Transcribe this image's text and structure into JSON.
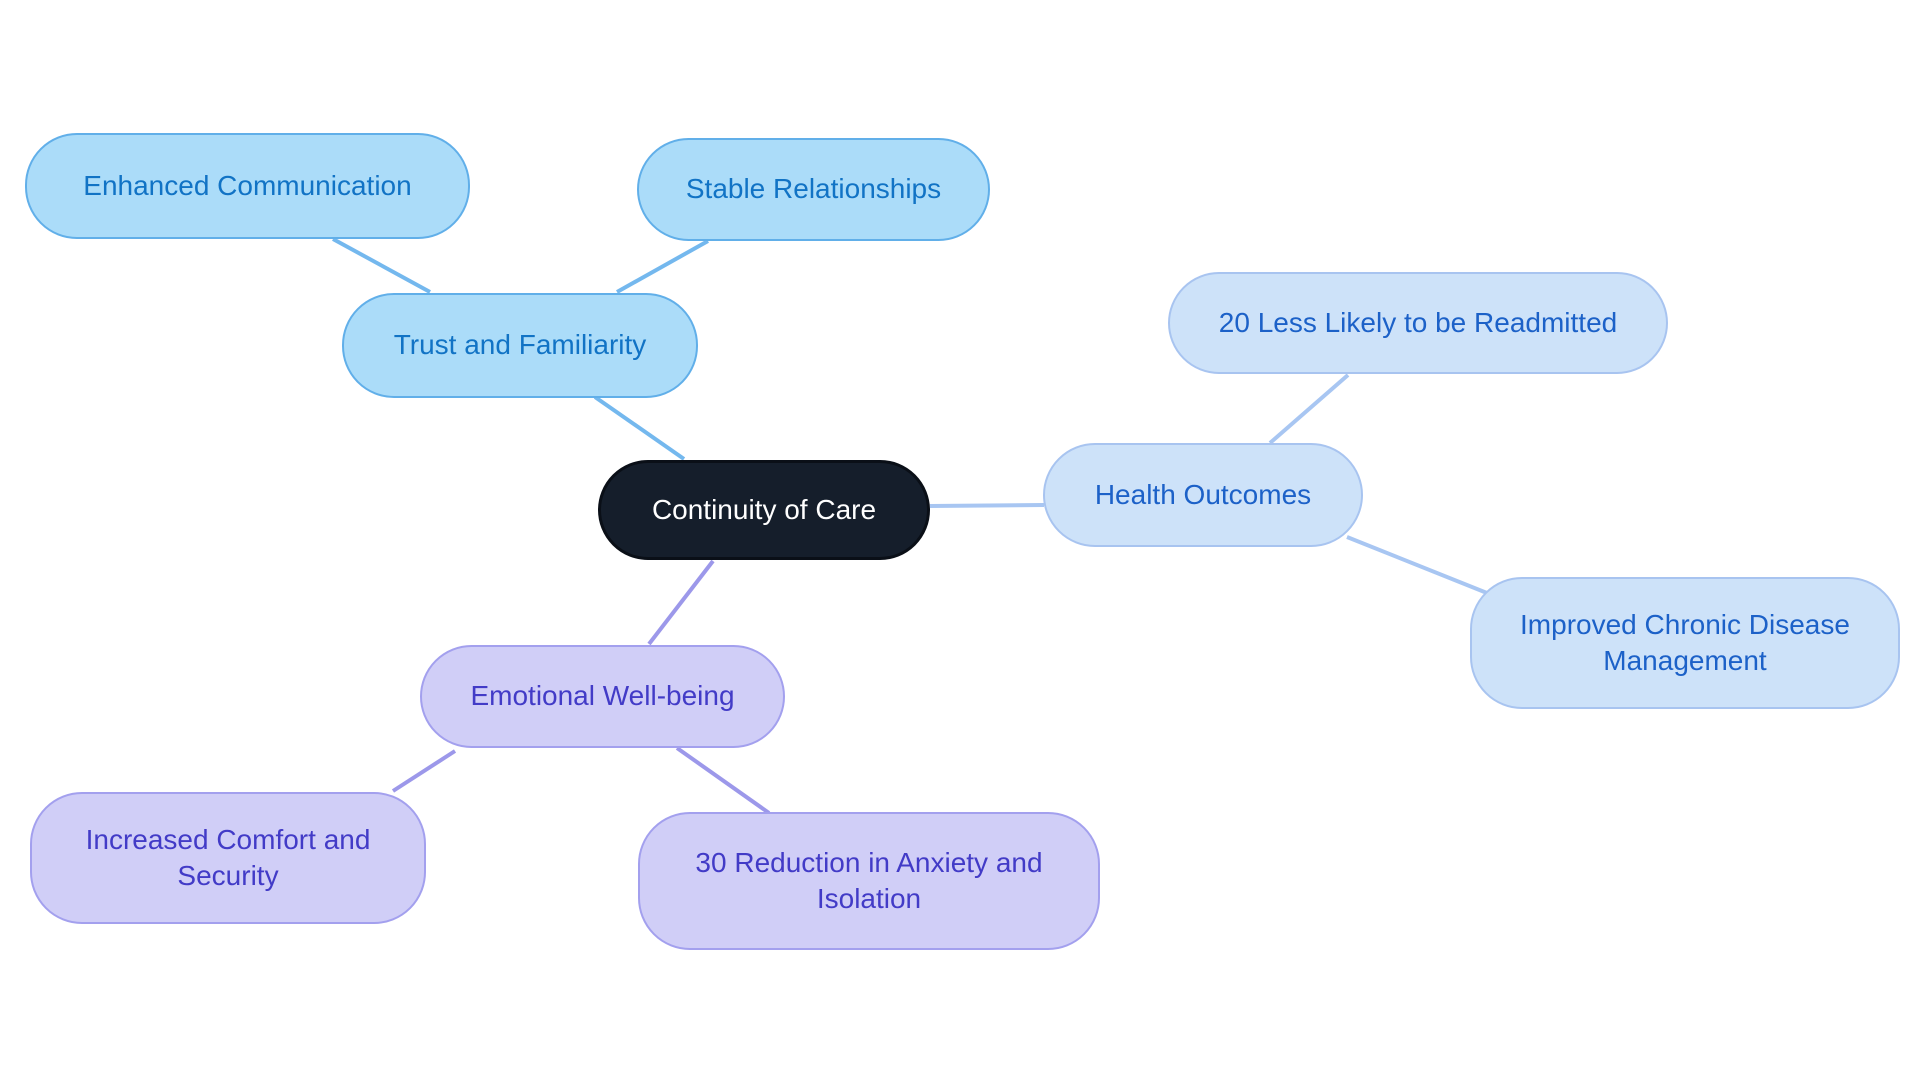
{
  "canvas": {
    "background": "#ffffff"
  },
  "diagram": {
    "type": "mindmap",
    "center": {
      "label": "Continuity of Care",
      "colors": {
        "fill": "#151E2B",
        "border": "#0A0F17",
        "text": "#FFFFFF"
      }
    },
    "branches": [
      {
        "id": "trust-and-familiarity",
        "label": "Trust and Familiarity",
        "colors": {
          "fill": "#ABDCF9",
          "border": "#61AFE9",
          "text": "#1173C5",
          "line": "#74B8EE"
        },
        "children": [
          {
            "id": "enhanced-communication",
            "label": "Enhanced Communication"
          },
          {
            "id": "stable-relationships",
            "label": "Stable Relationships"
          }
        ]
      },
      {
        "id": "health-outcomes",
        "label": "Health Outcomes",
        "colors": {
          "fill": "#CDE2F9",
          "border": "#A8C4F0",
          "text": "#1C61C8",
          "line": "#A8C6F2"
        },
        "children": [
          {
            "id": "less-likely-readmitted",
            "label": "20 Less Likely to be Readmitted"
          },
          {
            "id": "improved-chronic-disease-management",
            "label": "Improved Chronic Disease Management"
          }
        ]
      },
      {
        "id": "emotional-well-being",
        "label": "Emotional Well-being",
        "colors": {
          "fill": "#D0CEF7",
          "border": "#A3A0EE",
          "text": "#423BC7",
          "line": "#9C98EA"
        },
        "children": [
          {
            "id": "increased-comfort-and-security",
            "label": "Increased Comfort and Security"
          },
          {
            "id": "reduction-anxiety-and-isolation",
            "label": "30 Reduction in Anxiety and Isolation"
          }
        ]
      }
    ]
  }
}
